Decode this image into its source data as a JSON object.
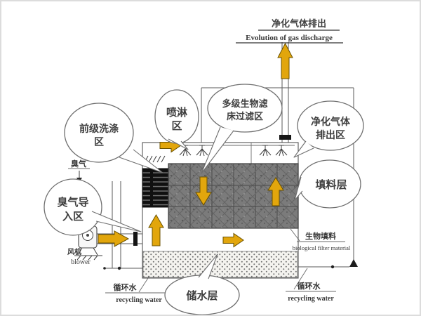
{
  "title": {
    "cn": "净化气体排出",
    "en": "Evolution of gas discharge"
  },
  "bubbles": {
    "pre_wash": {
      "line1": "前级洗涤",
      "line2": "区"
    },
    "spray": {
      "line1": "喷淋",
      "line2": "区"
    },
    "biofilter": {
      "line1": "多级生物滤",
      "line2": "床过滤区"
    },
    "gas_outlet": {
      "line1": "净化气体",
      "line2": "排出区"
    },
    "packing": {
      "label": "填料层"
    },
    "odor_inlet": {
      "line1": "臭气导",
      "line2": "入区"
    },
    "water_storage": {
      "label": "储水层"
    }
  },
  "labels": {
    "odor": "臭气",
    "blower_cn": "风机",
    "blower_en": "blower",
    "bio_media_cn": "生物填料",
    "bio_media_en": "biological filter material",
    "recycling_left_cn": "循环水",
    "recycling_left_en": "recycling water",
    "recycling_right_cn": "循环水",
    "recycling_right_en": "recycling water"
  },
  "colors": {
    "flow_arrow": "#e2a60c",
    "filter_media": "#7b7b7b",
    "louver_black": "#101010"
  }
}
